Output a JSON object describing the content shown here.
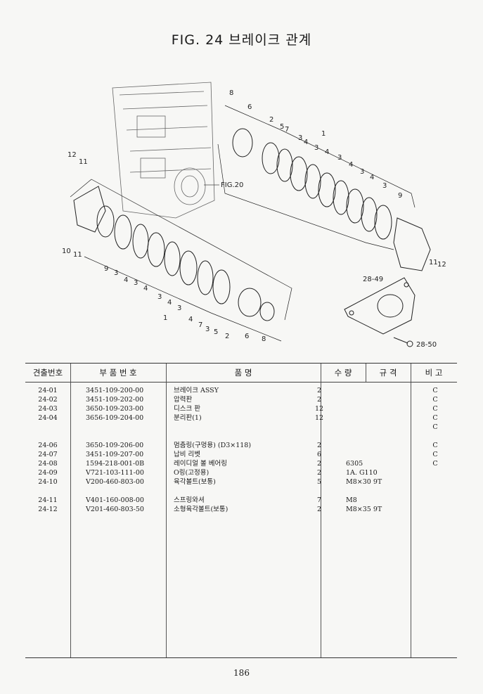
{
  "title": "FIG. 24 브레이크 관계",
  "diagram": {
    "fig_ref": "FIG.20",
    "upper_labels": [
      "8",
      "6",
      "2",
      "5",
      "7",
      "3",
      "4",
      "3",
      "1",
      "4",
      "3",
      "4",
      "3",
      "4",
      "3",
      "9",
      "11",
      "12"
    ],
    "lower_labels": [
      "12",
      "11",
      "10",
      "11",
      "9",
      "3",
      "4",
      "3",
      "4",
      "3",
      "4",
      "3",
      "1",
      "4",
      "7",
      "3",
      "5",
      "2",
      "6",
      "8"
    ],
    "plate_label": "28-49",
    "bolt_label": "28-50"
  },
  "table": {
    "headers": {
      "no": "견출번호",
      "part": "부 품 번 호",
      "name": "품 명",
      "qty": "수 량",
      "spec": "규 격",
      "remark": "비 고"
    },
    "rows": [
      {
        "no": "24-01",
        "part": "3451-109-200-00",
        "name": "브레이크 ASSY",
        "qty": "2",
        "spec": "",
        "remark": "C"
      },
      {
        "no": "24-02",
        "part": "3451-109-202-00",
        "name": "압력판",
        "qty": "2",
        "spec": "",
        "remark": "C"
      },
      {
        "no": "24-03",
        "part": "3650-109-203-00",
        "name": "디스크 판",
        "qty": "12",
        "spec": "",
        "remark": "C"
      },
      {
        "no": "24-04",
        "part": "3656-109-204-00",
        "name": "분리판(1)",
        "qty": "12",
        "spec": "",
        "remark": "C"
      },
      {
        "no": "",
        "part": "",
        "name": "",
        "qty": "",
        "spec": "",
        "remark": "C"
      },
      {
        "no": "",
        "part": "",
        "name": "",
        "qty": "",
        "spec": "",
        "remark": ""
      },
      {
        "no": "24-06",
        "part": "3650-109-206-00",
        "name": "멈춤링(구멍용) (D3×118)",
        "qty": "2",
        "spec": "",
        "remark": "C"
      },
      {
        "no": "24-07",
        "part": "3451-109-207-00",
        "name": "납비 리벳",
        "qty": "6",
        "spec": "",
        "remark": "C"
      },
      {
        "no": "24-08",
        "part": "1594-218-001-0B",
        "name": "레이디얼 볼 베어링",
        "qty": "2",
        "spec": "6305",
        "remark": "C"
      },
      {
        "no": "24-09",
        "part": "V721-103-111-00",
        "name": "O링(고정용)",
        "qty": "2",
        "spec": "1A. G110",
        "remark": ""
      },
      {
        "no": "24-10",
        "part": "V200-460-803-00",
        "name": "육각볼트(보통)",
        "qty": "5",
        "spec": "M8×30 9T",
        "remark": ""
      },
      {
        "no": "",
        "part": "",
        "name": "",
        "qty": "",
        "spec": "",
        "remark": ""
      },
      {
        "no": "24-11",
        "part": "V401-160-008-00",
        "name": "스프링와셔",
        "qty": "7",
        "spec": "M8",
        "remark": ""
      },
      {
        "no": "24-12",
        "part": "V201-460-803-50",
        "name": "소형육각볼트(보통)",
        "qty": "2",
        "spec": "M8×35 9T",
        "remark": ""
      }
    ]
  },
  "page_number": "186"
}
